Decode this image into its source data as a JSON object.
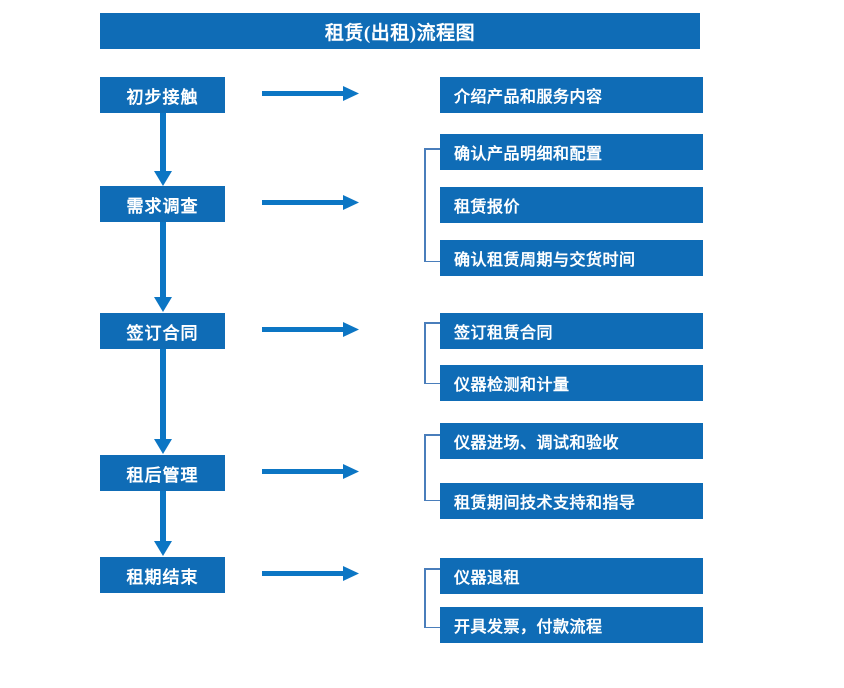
{
  "colors": {
    "box_blue": "#0F6CB6",
    "arrow_blue": "#0C76C4",
    "bracket_blue": "#4A7EBB",
    "box_text": "#FFFFFF",
    "background": "#FFFFFF"
  },
  "title": {
    "text": "租赁(出租)流程图"
  },
  "stages": [
    {
      "label": "初步接触"
    },
    {
      "label": "需求调查"
    },
    {
      "label": "签订合同"
    },
    {
      "label": "租后管理"
    },
    {
      "label": "租期结束"
    }
  ],
  "details": [
    {
      "label": "介绍产品和服务内容"
    },
    {
      "label": "确认产品明细和配置"
    },
    {
      "label": "租赁报价"
    },
    {
      "label": "确认租赁周期与交货时间"
    },
    {
      "label": "签订租赁合同"
    },
    {
      "label": "仪器检测和计量"
    },
    {
      "label": "仪器进场、调试和验收"
    },
    {
      "label": "租赁期间技术支持和指导"
    },
    {
      "label": "仪器退租"
    },
    {
      "label": "开具发票，付款流程"
    }
  ],
  "icons": {
    "arrow_right": "arrow-right-icon",
    "arrow_down": "arrow-down-icon",
    "bracket": "group-bracket-icon"
  }
}
